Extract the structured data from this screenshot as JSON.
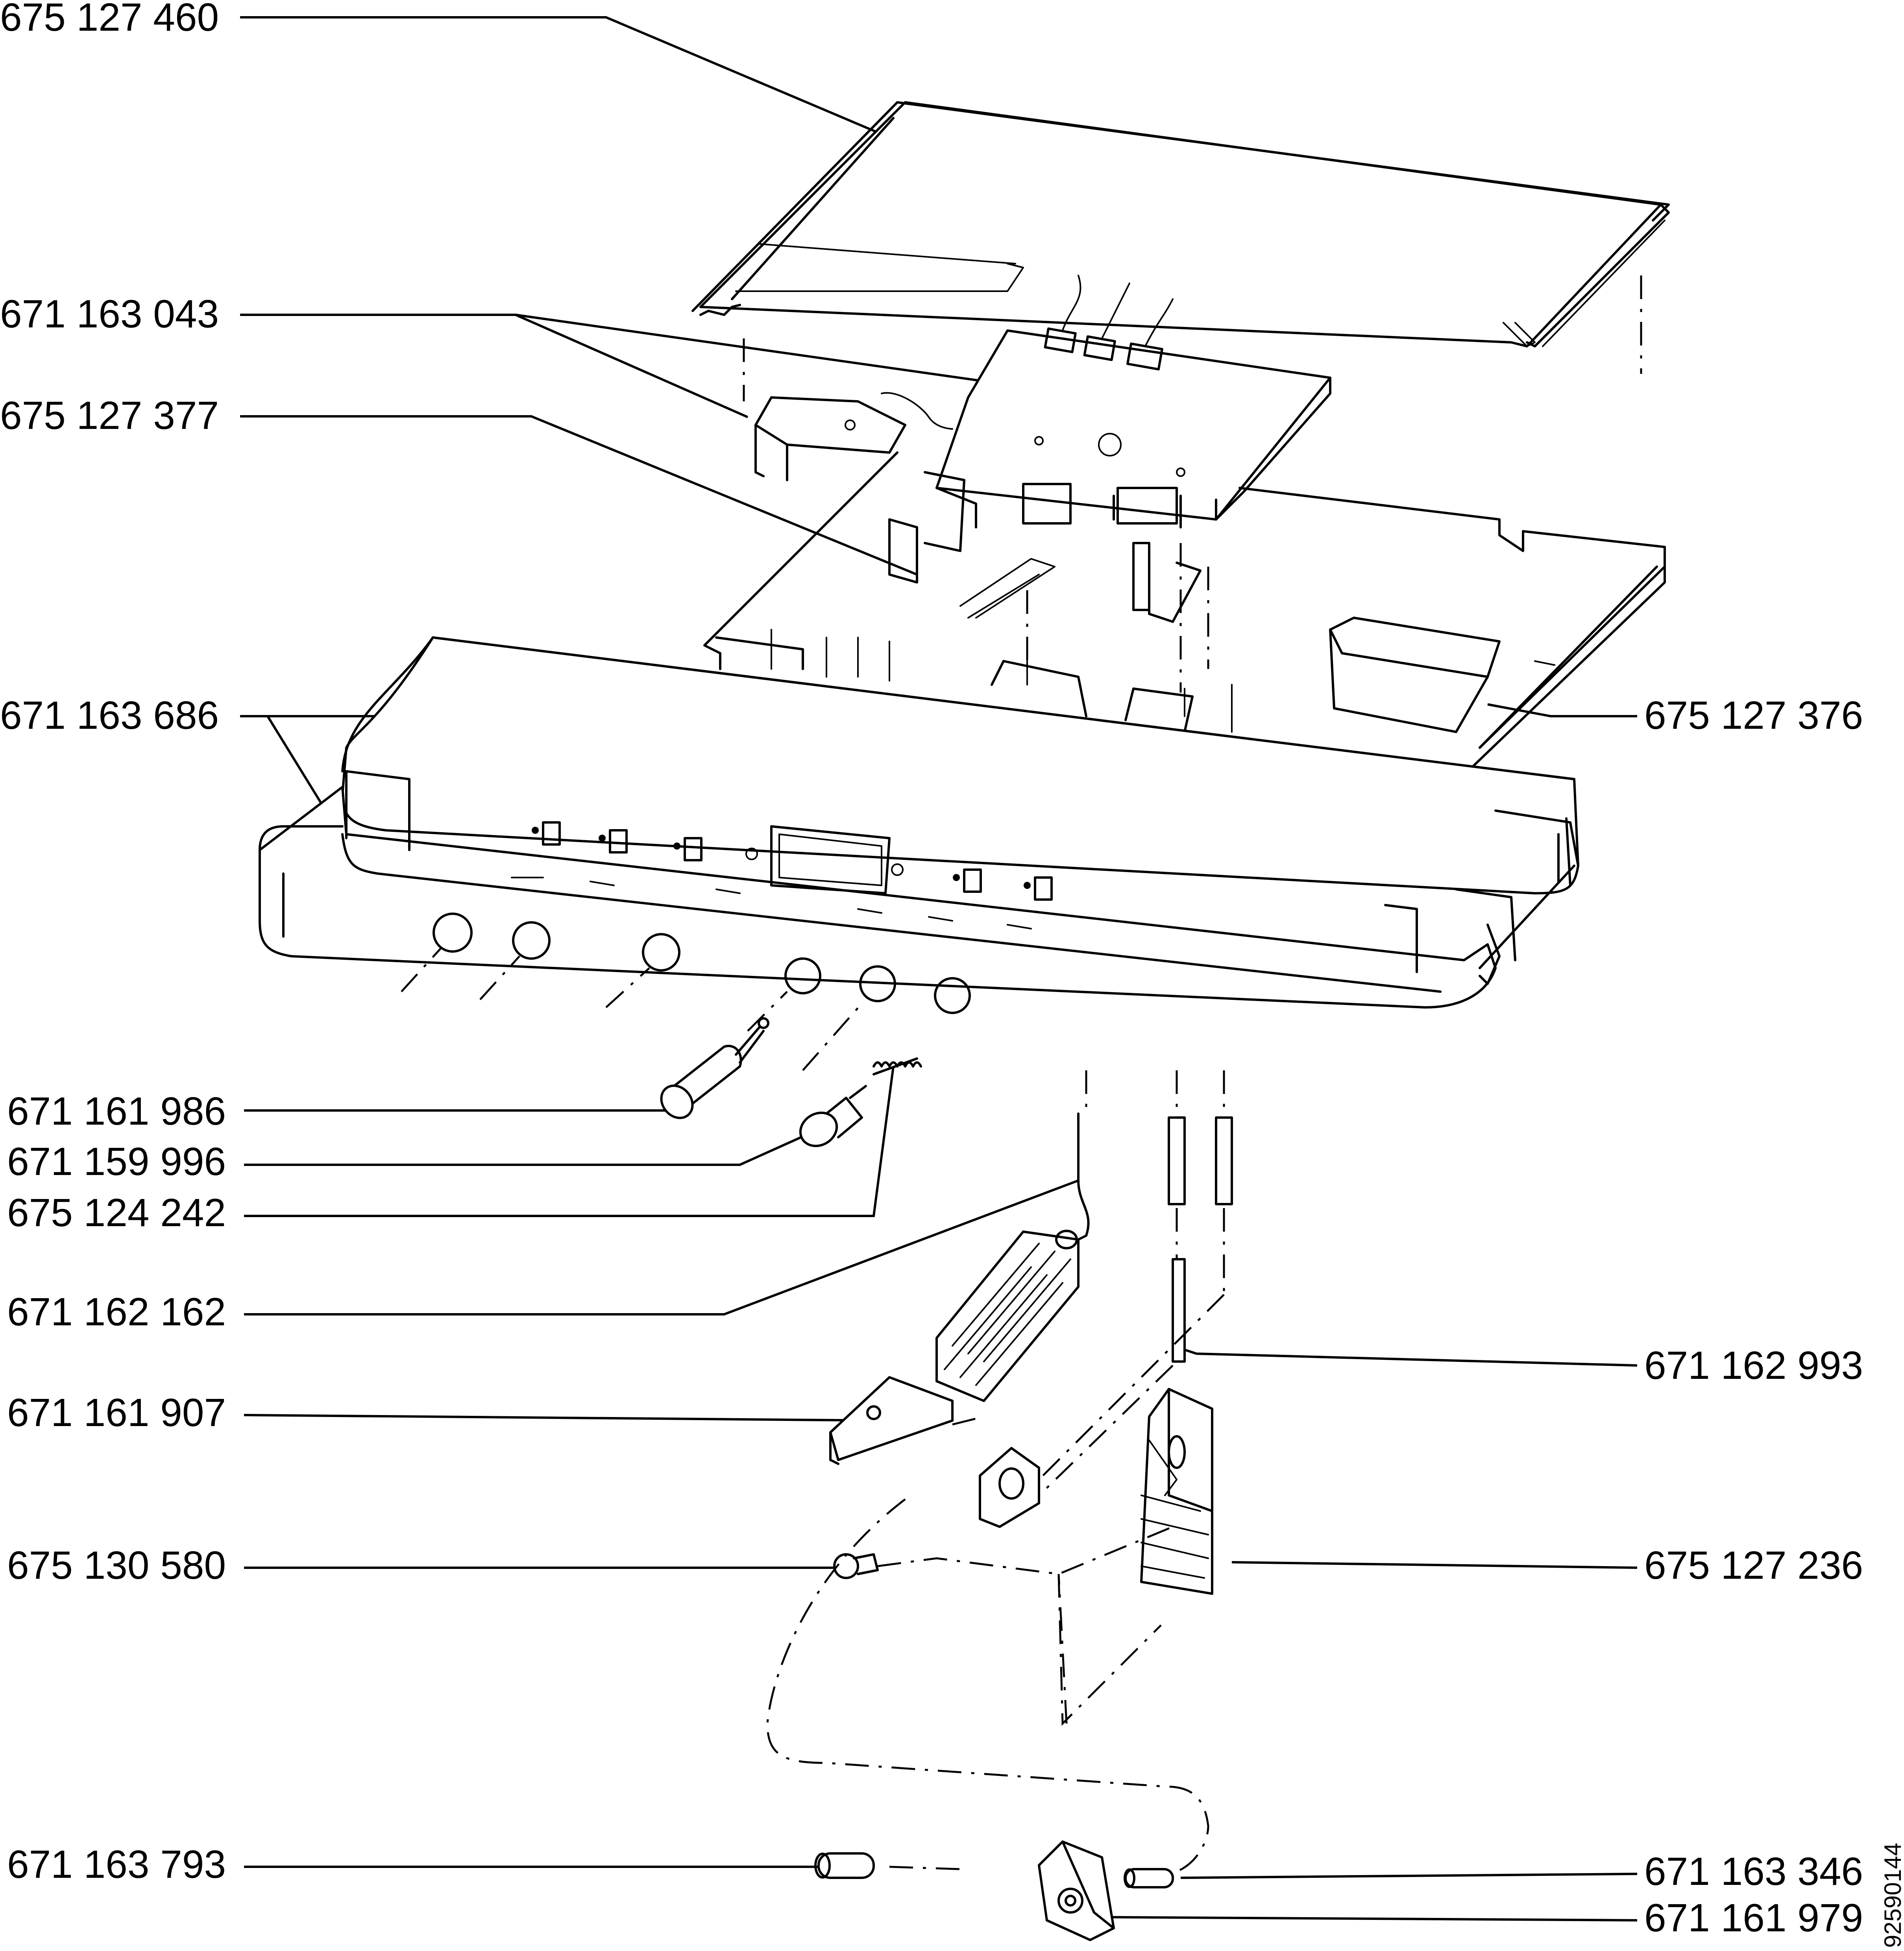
{
  "labels": {
    "l1": "675 127 460",
    "l2": "671 163 043",
    "l3": "675 127 377",
    "l4": "671 163 686",
    "l5": "675 127 376",
    "l6": "671 161 986",
    "l7": "671 159 996",
    "l8": "675 124 242",
    "l9": "671 162 162",
    "l10": "671 162 993",
    "l11": "671 161 907",
    "l12": "675 130 580",
    "l13": "675 127 236",
    "l14": "671 163 793",
    "l15": "671 163 346",
    "l16": "671 161 979"
  },
  "drawing_ref": "92590144"
}
